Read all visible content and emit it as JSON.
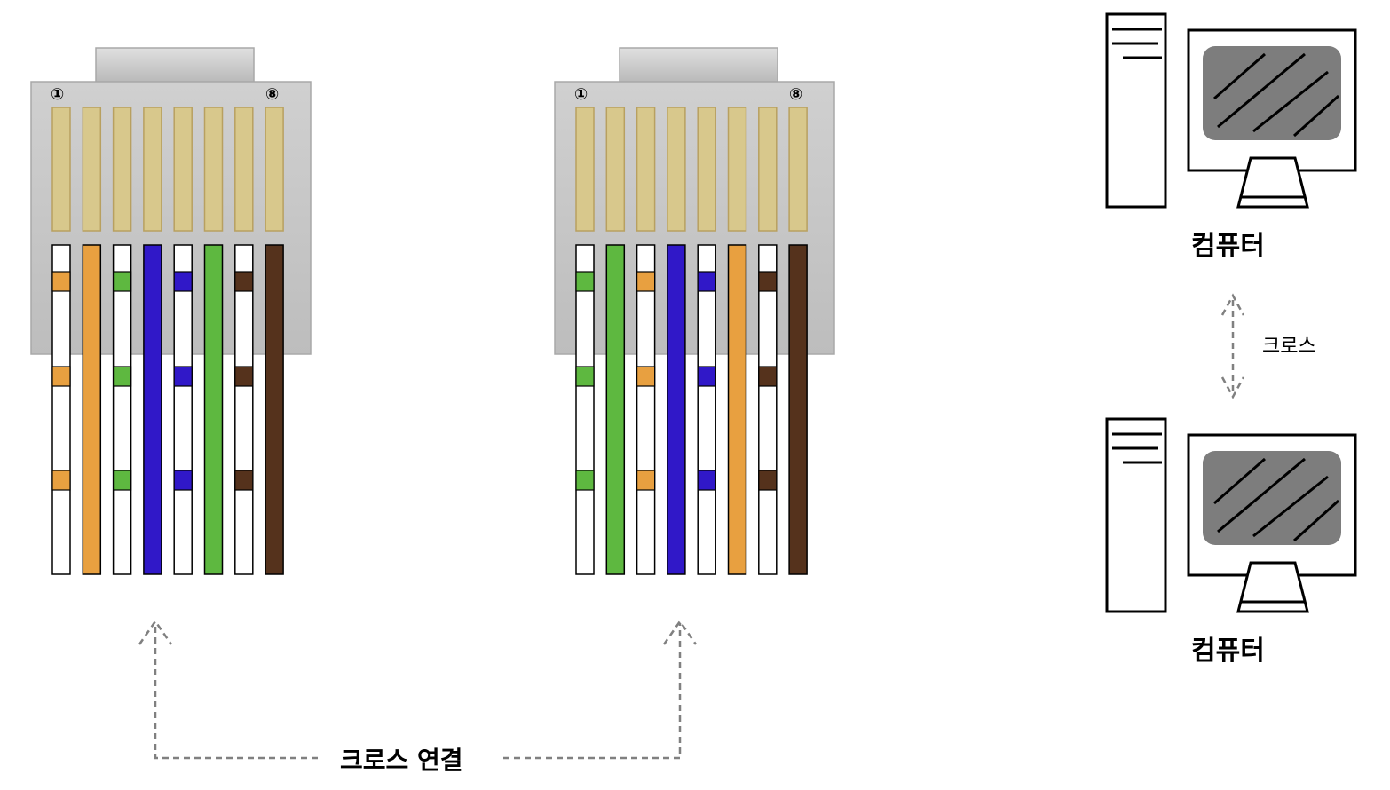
{
  "connectors": [
    {
      "pin_first": "①",
      "pin_last": "⑧",
      "wires": [
        "white-orange",
        "orange",
        "white-green",
        "blue",
        "white-blue",
        "green",
        "white-brown",
        "brown"
      ]
    },
    {
      "pin_first": "①",
      "pin_last": "⑧",
      "wires": [
        "white-green",
        "green",
        "white-orange",
        "blue",
        "white-blue",
        "orange",
        "white-brown",
        "brown"
      ]
    }
  ],
  "colors": {
    "orange": "#e8a040",
    "green": "#5eb840",
    "blue": "#3018c8",
    "brown": "#55321c",
    "white": "#ffffff",
    "housing": "#c6c6c6",
    "contact": "#d8c88c",
    "screen": "#7d7d7d",
    "arrow": "#808080"
  },
  "computers": [
    {
      "label": "컴퓨터",
      "icon": "computer-icon"
    },
    {
      "label": "컴퓨터",
      "icon": "computer-icon"
    }
  ],
  "link": {
    "label": "크로스"
  },
  "crossover": {
    "label": "크로스 연결"
  }
}
